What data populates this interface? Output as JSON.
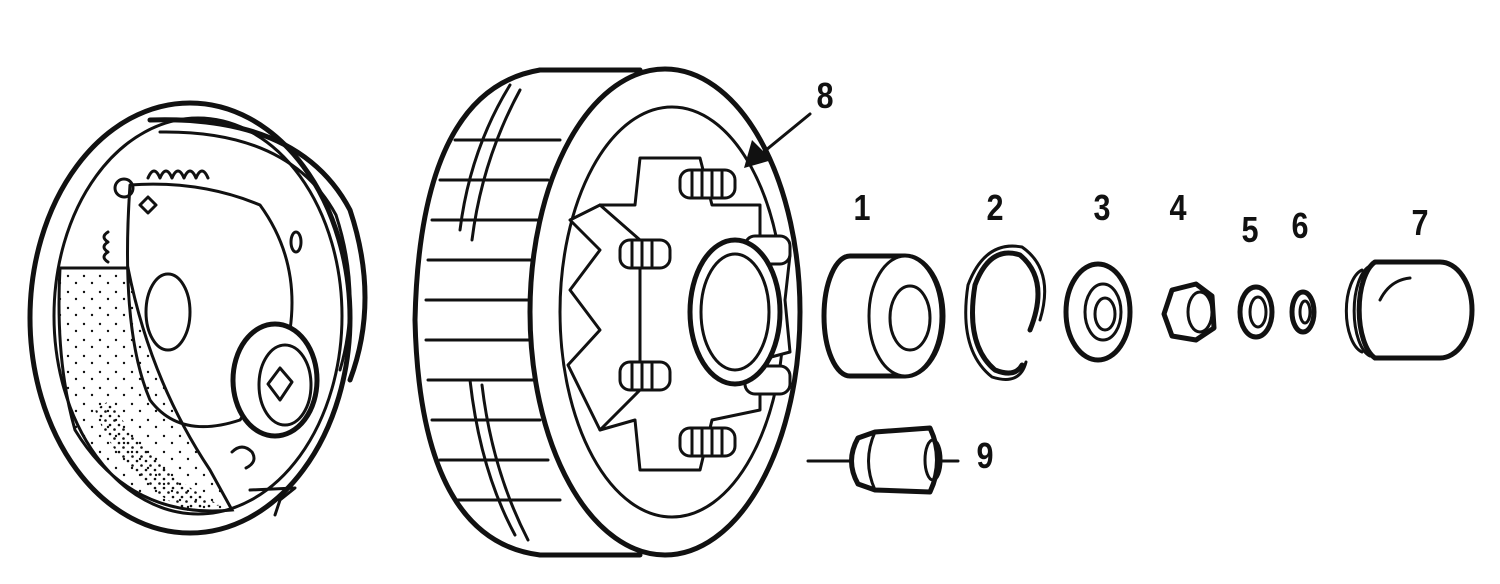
{
  "diagram": {
    "labels": {
      "part_1": "1",
      "part_2": "2",
      "part_3": "3",
      "part_4": "4",
      "part_5": "5",
      "part_6": "6",
      "part_7": "7",
      "part_8": "8",
      "part_9": "9"
    },
    "colors": {
      "ink": "#111111",
      "background": "#ffffff"
    }
  }
}
